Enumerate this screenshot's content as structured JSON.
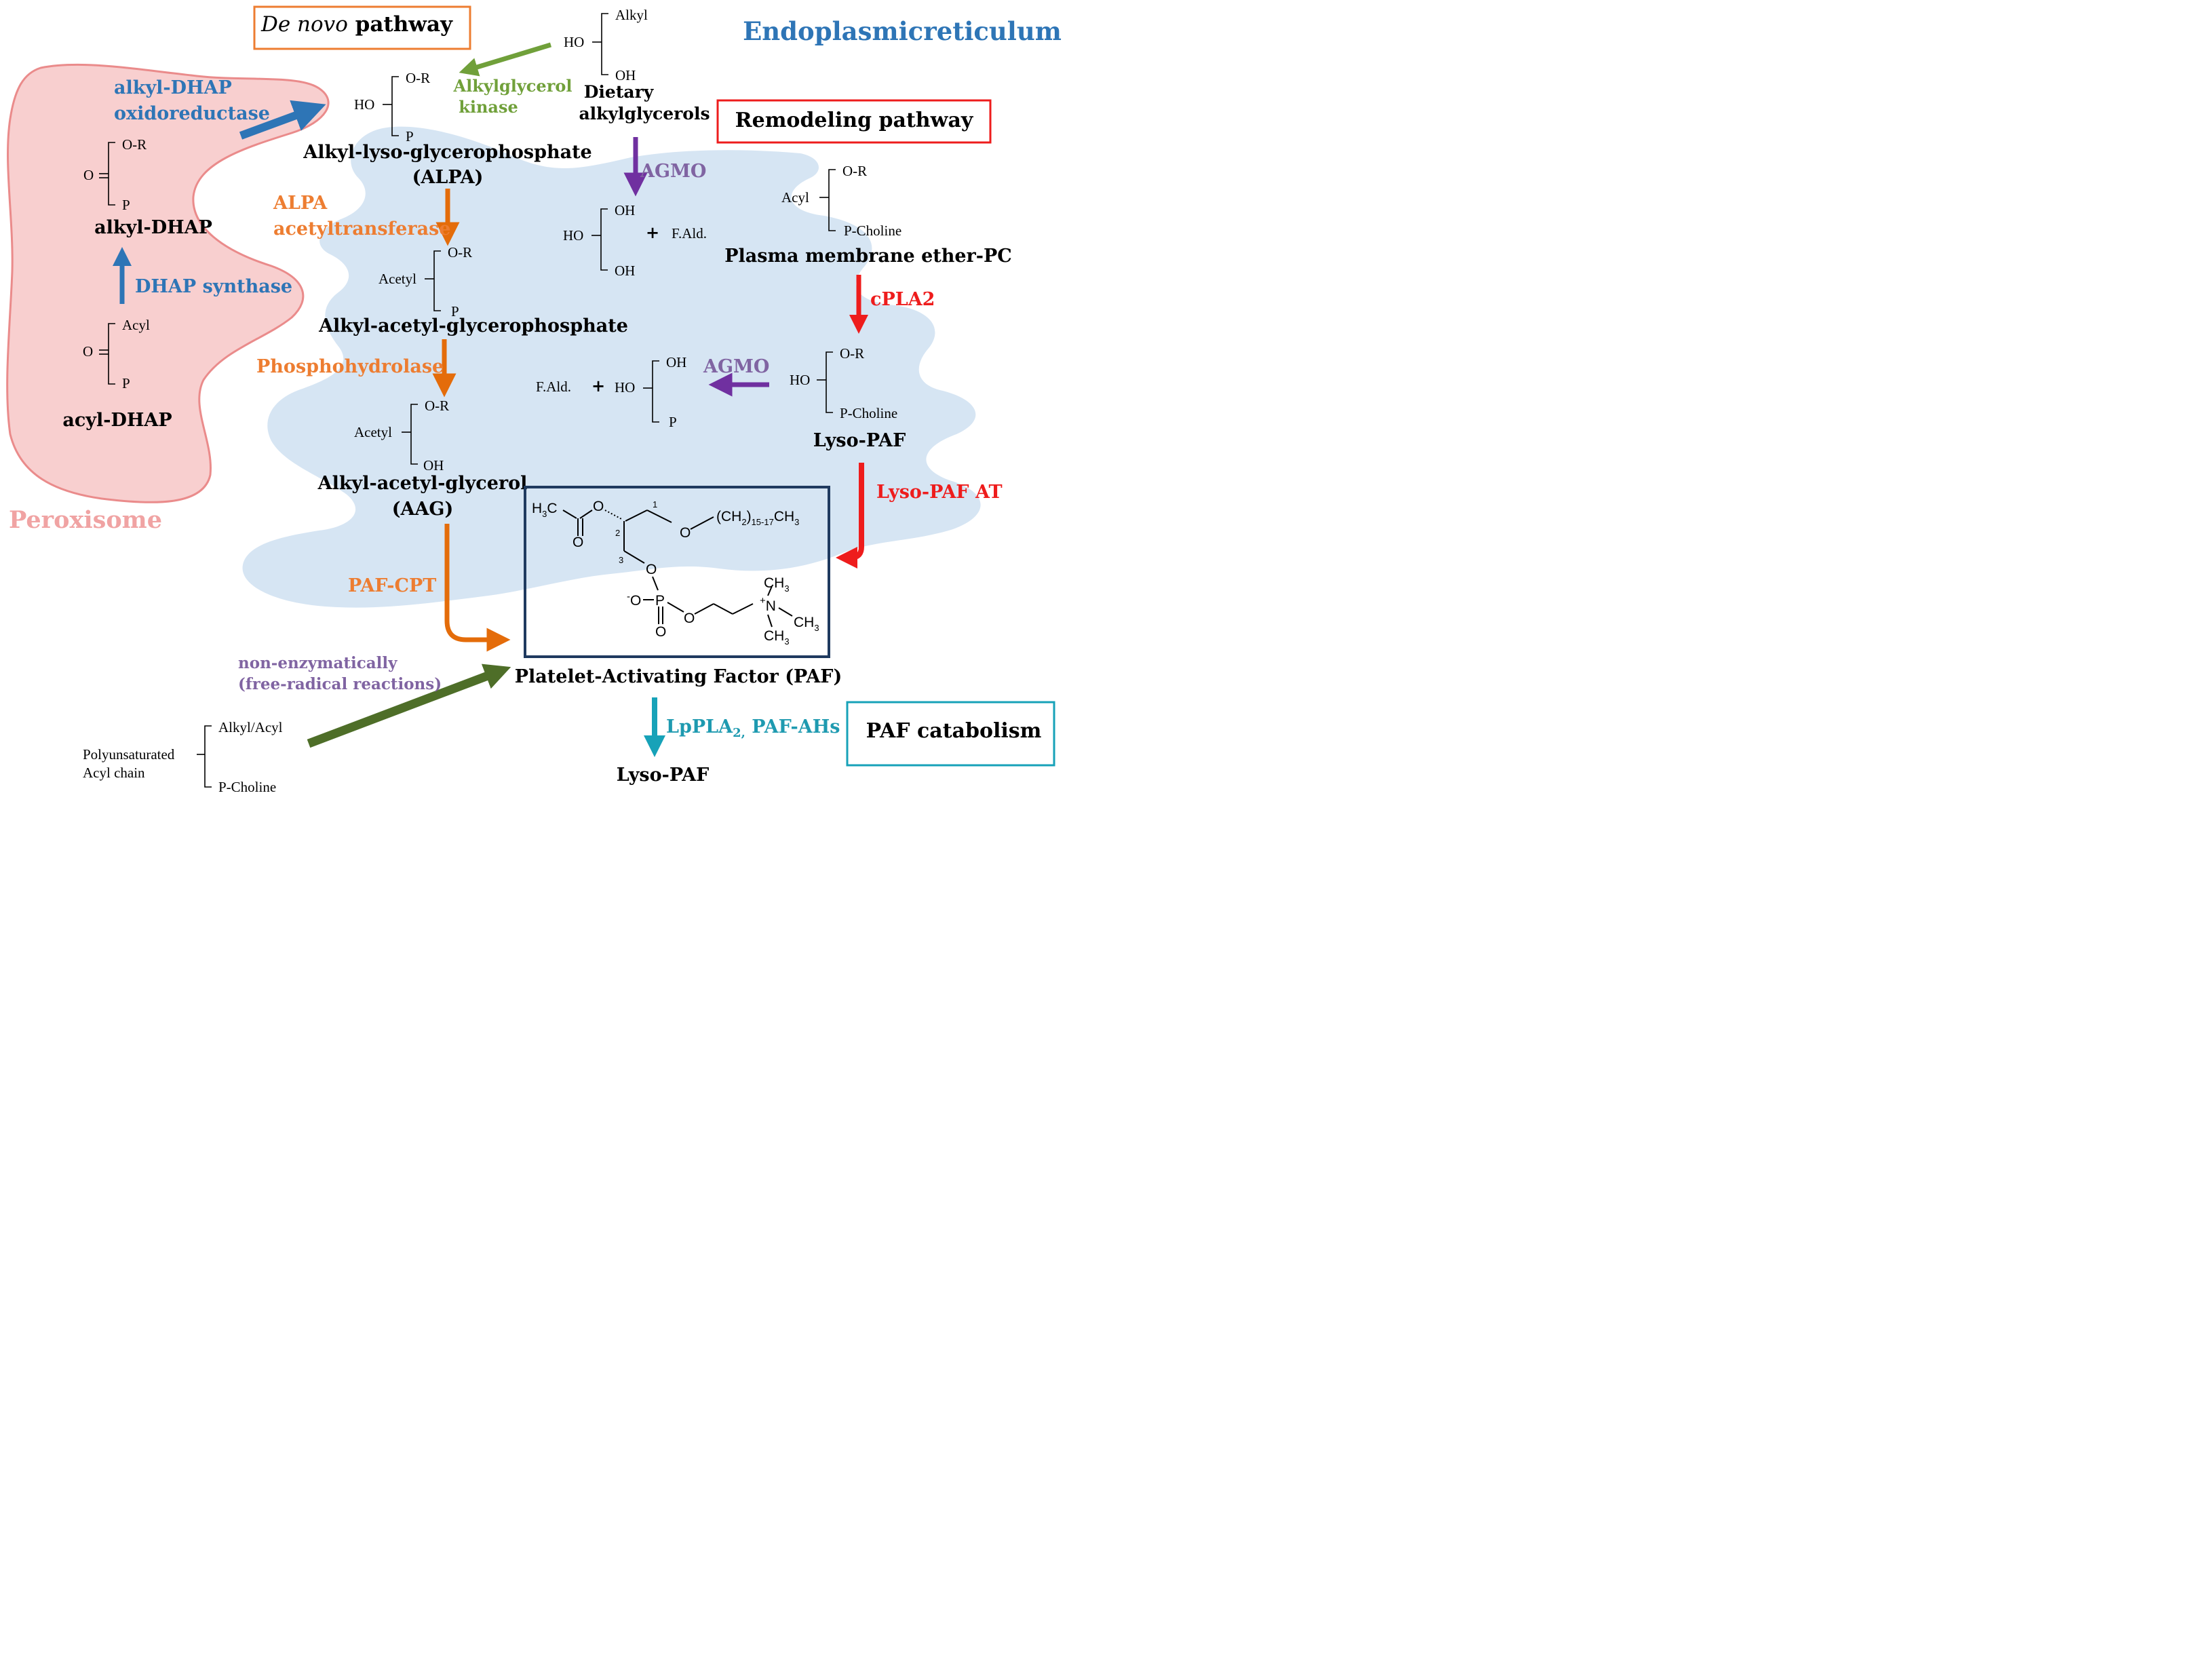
{
  "colors": {
    "er_fill": "#d6e5f3",
    "peroxisome_fill": "#f8cfcf",
    "peroxisome_stroke": "#ea8b8b",
    "peroxisome_text": "#f0a3a3",
    "blue_enzyme": "#2e75b6",
    "orange": "#e46c0a",
    "orange_text": "#ed7d31",
    "green": "#70a03a",
    "dark_green": "#4e6e28",
    "purple": "#7030a0",
    "purple_text": "#8064a2",
    "red": "#ee1c1c",
    "teal": "#17a2b8",
    "teal_text": "#1e9ab0",
    "navy": "#1f3a5f"
  },
  "labels": {
    "de_novo_italic": "De novo",
    "de_novo_rest": " pathway",
    "remodeling": "Remodeling pathway",
    "er": "Endoplasmicreticulum",
    "peroxisome": "Peroxisome",
    "catabolism": "PAF catabolism"
  },
  "enzymes": {
    "alkyl_dhap_oxido_1": "alkyl-DHAP",
    "alkyl_dhap_oxido_2": "oxidoreductase",
    "dhap_synthase": "DHAP synthase",
    "alkylglycerol_kinase_1": "Alkylglycerol",
    "alkylglycerol_kinase_2": "kinase",
    "agmo_top": "AGMO",
    "alpa_at_1": "ALPA",
    "alpa_at_2": "acetyltransferase",
    "phosphohydrolase": "Phosphohydrolase",
    "cpla2": "cPLA2",
    "agmo_mid": "AGMO",
    "lyso_paf_at": "Lyso-PAF AT",
    "paf_cpt": "PAF-CPT",
    "non_enzymatic_1": "non-enzymatically",
    "non_enzymatic_2": "(free-radical reactions)",
    "lppla2_a": "LpPLA",
    "lppla2_sub": "2,",
    "lppla2_b": " PAF-AHs"
  },
  "compounds": {
    "alkyl_dhap": "alkyl-DHAP",
    "acyl_dhap": "acyl-DHAP",
    "alpa_1": "Alkyl-lyso-glycerophosphate",
    "alpa_2": "(ALPA)",
    "dietary_1": "Dietary",
    "dietary_2": "alkylglycerols",
    "aagp": "Alkyl-acetyl-glycerophosphate",
    "aag_1": "Alkyl-acetyl-glycerol",
    "aag_2": "(AAG)",
    "ether_pc": "Plasma membrane ether-PC",
    "lyso_paf_mid": "Lyso-PAF",
    "paf": "Platelet-Activating Factor (PAF)",
    "lyso_paf_bottom": "Lyso-PAF"
  },
  "chem": {
    "oR": "O-R",
    "o": "O",
    "p": "P",
    "acyl": "Acyl",
    "ho": "HO",
    "alkyl": "Alkyl",
    "oh": "OH",
    "acetyl": "Acetyl",
    "plus": "+",
    "fald": "F.Ald.",
    "pcholine": "P-Choline",
    "alkyl_acyl": "Alkyl/Acyl",
    "pufa_1": "Polyunsaturated",
    "pufa_2": "Acyl chain"
  },
  "paf_molecule": {
    "h": "H",
    "sub3": "3",
    "c": "C",
    "o": "O",
    "p": "P",
    "n": "N",
    "ch_a": "(CH",
    "ch_sub": "2",
    "ch_b": ")",
    "ch_range": "15-17",
    "ch_end": "CH",
    "ch3": "CH",
    "plus": "+",
    "minus": "-",
    "n1": "1",
    "n2": "2",
    "n3": "3"
  }
}
